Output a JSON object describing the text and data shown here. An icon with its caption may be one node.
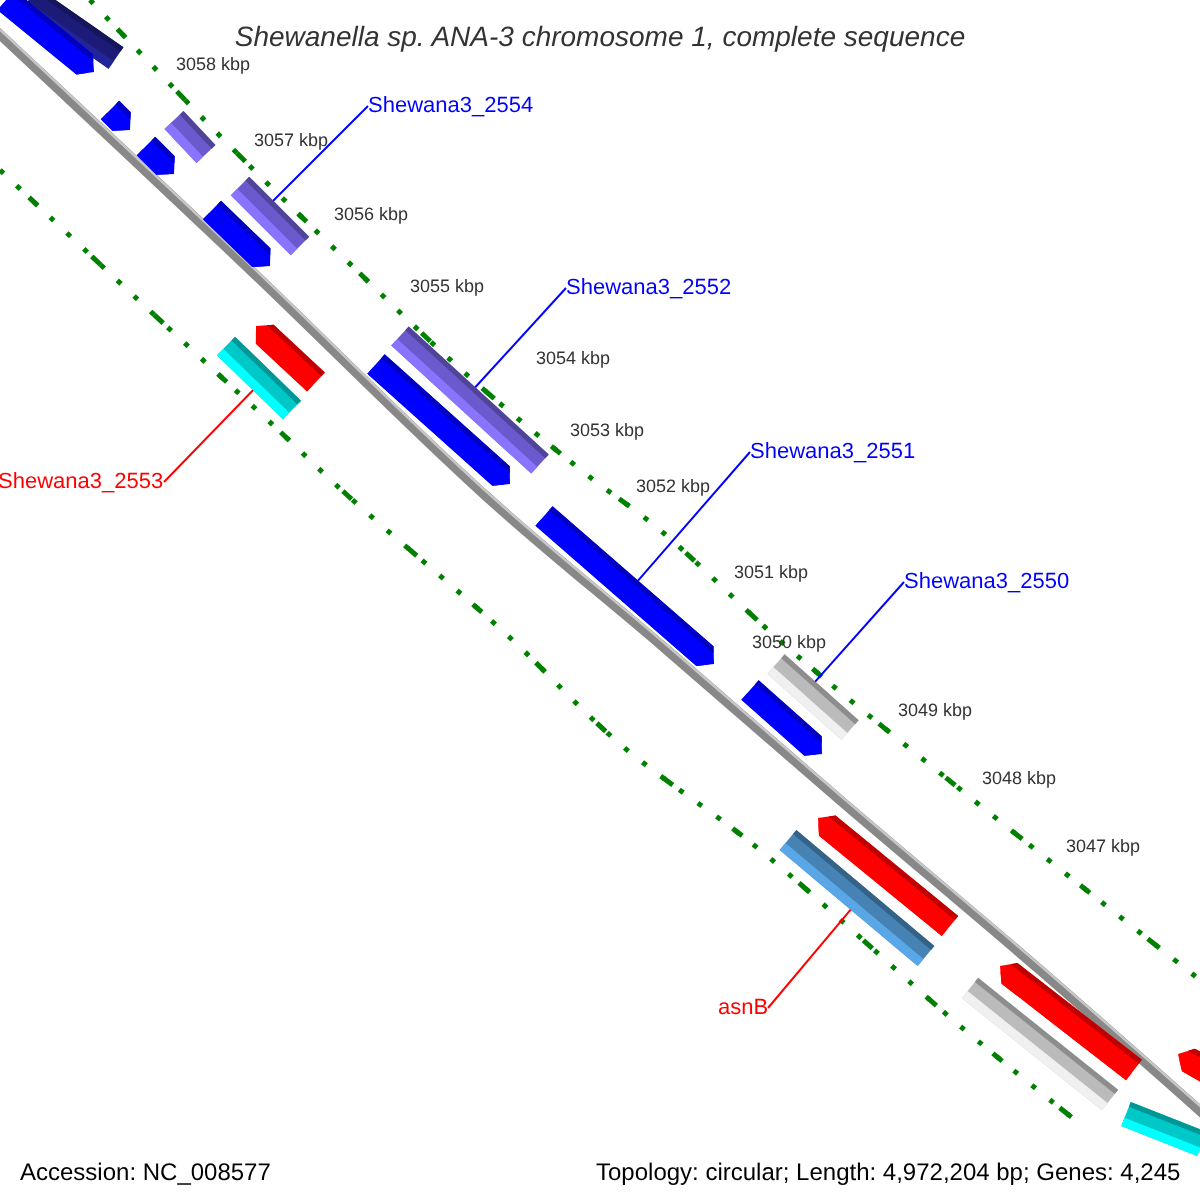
{
  "diagram": {
    "title": "Shewanella sp. ANA-3 chromosome 1, complete sequence",
    "nodes": [
      {
        "text": [
          "Shewana3_2554"
        ]
      },
      {
        "text": [
          "Shewana3_2552"
        ]
      },
      {
        "text": [
          "Shewana3_2553"
        ]
      },
      {
        "text": [
          "Shewana3_2551"
        ]
      },
      {
        "text": [
          "Shewana3_2550"
        ]
      },
      {
        "text": [
          "asnB"
        ]
      },
      {
        "text": [],
        "shape": "bar"
      },
      {
        "text": [],
        "shape": "bar"
      },
      {
        "text": [],
        "shape": "bar"
      },
      {
        "text": [],
        "shape": "bar"
      },
      {
        "text": [],
        "shape": "bar"
      },
      {
        "text": [],
        "shape": "bar"
      },
      {
        "text": [],
        "shape": "bar"
      },
      {
        "text": [],
        "shape": "bar"
      },
      {
        "text": [],
        "shape": "bar"
      },
      {
        "text": [],
        "shape": "bar"
      },
      {
        "text": [],
        "shape": "bar"
      },
      {
        "text": [],
        "shape": "bar"
      },
      {
        "text": [],
        "shape": "bar"
      },
      {
        "text": [],
        "shape": "bar"
      },
      {
        "text": [],
        "shape": "bar"
      },
      {
        "text": [],
        "shape": "bar"
      },
      {
        "text": [],
        "shape": "bar"
      },
      {
        "text": [],
        "shape": "bar"
      },
      {
        "text": [],
        "shape": "bar"
      },
      {
        "text": [],
        "shape": "bar"
      }
    ],
    "edges": [
      {
        "from": 0,
        "to": 11,
        "arrow": "none"
      },
      {
        "from": 1,
        "to": 14,
        "arrow": "none"
      },
      {
        "from": 2,
        "to": 15,
        "arrow": "none",
        "color": "#ff0000"
      },
      {
        "from": 3,
        "to": 17,
        "arrow": "none"
      },
      {
        "from": 4,
        "to": 18,
        "arrow": "none"
      },
      {
        "from": 5,
        "to": 21,
        "arrow": "none",
        "color": "#ff0000"
      }
    ],
    "labels": [
      "3058 kbp",
      "3057 kbp",
      "3056 kbp",
      "3055 kbp",
      "3054 kbp",
      "3053 kbp",
      "3052 kbp",
      "3051 kbp",
      "3050 kbp",
      "3049 kbp",
      "3048 kbp",
      "3047 kbp",
      "Accession: NC_008577",
      "Topology: circular; Length: 4,972,204 bp; Genes: 4,245"
    ]
  }
}
